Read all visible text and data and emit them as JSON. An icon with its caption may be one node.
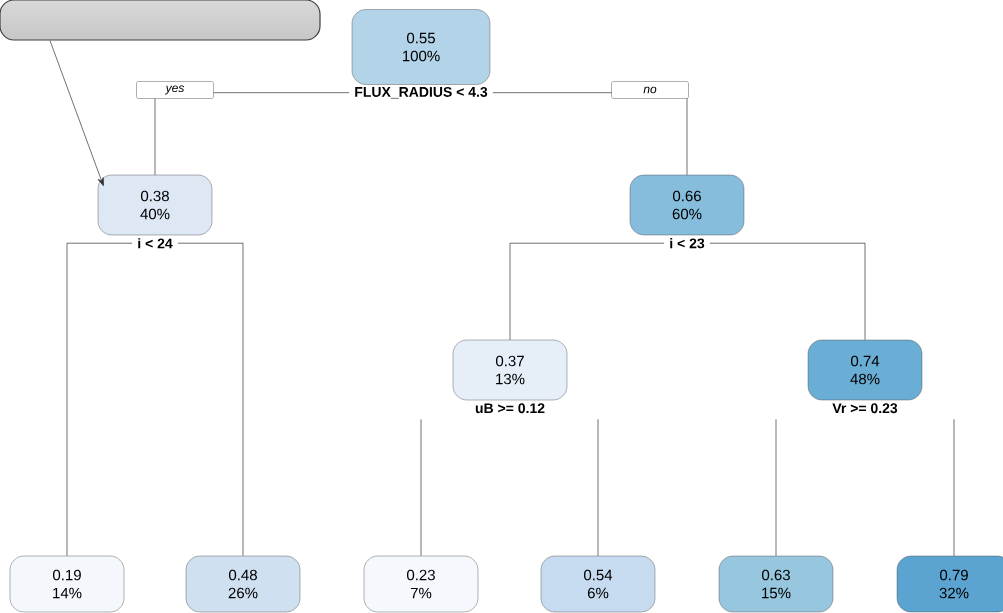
{
  "diagram": {
    "nodes": [
      {
        "text": [],
        "shape": "box"
      },
      {
        "text": [
          "0.55",
          "100%"
        ],
        "beside": [
          "FLUX_RADIUS < 4.3"
        ]
      },
      {
        "text": [
          "0.38",
          "40%"
        ],
        "beside": [
          "i < 24"
        ]
      },
      {
        "text": [
          "0.66",
          "60%"
        ],
        "beside": [
          "i < 23"
        ]
      },
      {
        "text": [
          "0.37",
          "13%"
        ],
        "beside": [
          "uB >= 0.12"
        ]
      },
      {
        "text": [
          "0.74",
          "48%"
        ],
        "beside": [
          "Vr >= 0.23"
        ]
      },
      {
        "text": [
          "0.19",
          "14%"
        ]
      },
      {
        "text": [
          "0.48",
          "26%"
        ]
      },
      {
        "text": [
          "0.23",
          "7%"
        ]
      },
      {
        "text": [
          "0.54",
          "6%"
        ]
      },
      {
        "text": [
          "0.63",
          "15%"
        ]
      },
      {
        "text": [
          "0.79",
          "32%"
        ]
      }
    ],
    "edges": [
      {
        "from": 0,
        "to": 2,
        "arrow": "to"
      },
      {
        "from": 1,
        "to": 2,
        "arrow": "none",
        "label": "yes"
      },
      {
        "from": 1,
        "to": 3,
        "arrow": "none",
        "label": "no"
      },
      {
        "from": 2,
        "to": 6,
        "arrow": "none"
      },
      {
        "from": 2,
        "to": 7,
        "arrow": "none"
      },
      {
        "from": 3,
        "to": 4,
        "arrow": "none"
      },
      {
        "from": 3,
        "to": 5,
        "arrow": "none"
      },
      {
        "from": 4,
        "to": 8,
        "arrow": "none"
      },
      {
        "from": 4,
        "to": 9,
        "arrow": "none"
      },
      {
        "from": 5,
        "to": 10,
        "arrow": "none"
      },
      {
        "from": 5,
        "to": 11,
        "arrow": "none"
      }
    ]
  }
}
